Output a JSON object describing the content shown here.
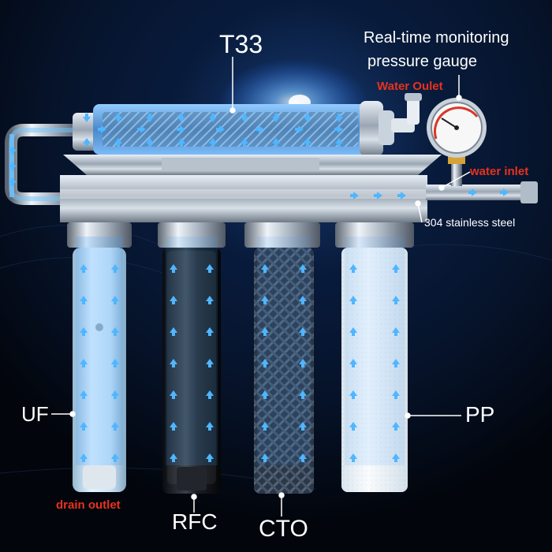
{
  "colors": {
    "background": "#02050b",
    "glow": "#2f8cff",
    "callout_red": "#e8321e",
    "flow_arrow": "#4fb6ff"
  },
  "labels": {
    "t33": "T33",
    "gauge_line1": "Real-time monitoring",
    "gauge_line2": "pressure gauge",
    "water_outlet": "Water Oulet",
    "water_inlet": "water inlet",
    "steel": "304  stainless steel",
    "uf": "UF",
    "pp": "PP",
    "rfc": "RFC",
    "cto": "CTO",
    "drain": "drain outlet"
  },
  "filters": [
    {
      "id": "uf",
      "type": "hollow-fiber membrane"
    },
    {
      "id": "rfc",
      "type": "carbon rod"
    },
    {
      "id": "cto",
      "type": "carbon mesh block"
    },
    {
      "id": "pp",
      "type": "pp cotton"
    }
  ],
  "icons": [
    "pressure-gauge-icon",
    "flow-arrow-icon",
    "elbow-connector-icon"
  ]
}
